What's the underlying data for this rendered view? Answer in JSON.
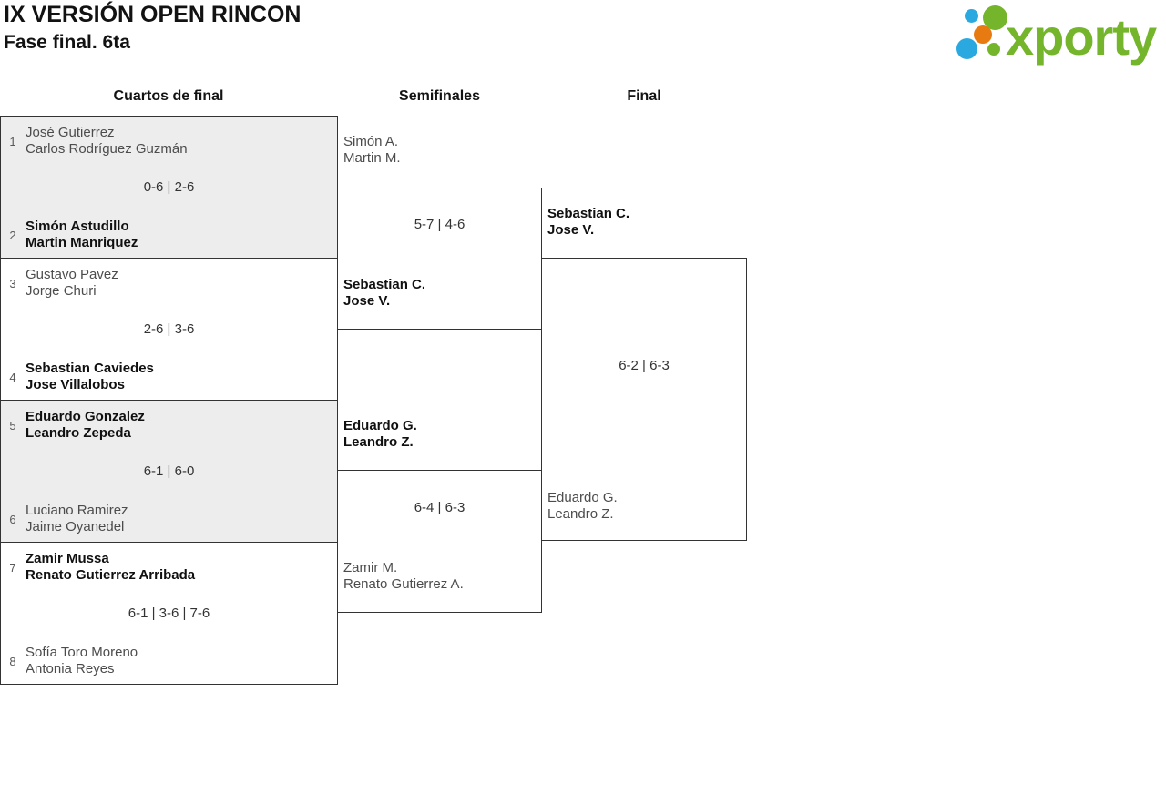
{
  "page": {
    "title_line1": "IX VERSIÓN OPEN RINCON",
    "title_line2": "Fase final. 6ta"
  },
  "logo": {
    "text": "xporty",
    "colors": {
      "green": "#74b52c",
      "blue": "#2aa9e0",
      "orange": "#e87a12"
    }
  },
  "columns": {
    "quarterfinals": "Cuartos de final",
    "semifinals": "Semifinales",
    "final": "Final"
  },
  "bracket": {
    "quarterfinals": [
      {
        "seed_top": "1",
        "team_top_1": "José Gutierrez",
        "team_top_2": "Carlos Rodríguez Guzmán",
        "score": "0-6 | 2-6",
        "seed_bottom": "2",
        "team_bottom_1": "Simón Astudillo",
        "team_bottom_2": "Martin Manriquez",
        "winner": "bottom"
      },
      {
        "seed_top": "3",
        "team_top_1": "Gustavo Pavez",
        "team_top_2": "Jorge Churi",
        "score": "2-6 | 3-6",
        "seed_bottom": "4",
        "team_bottom_1": "Sebastian Caviedes",
        "team_bottom_2": "Jose Villalobos",
        "winner": "bottom"
      },
      {
        "seed_top": "5",
        "team_top_1": "Eduardo Gonzalez",
        "team_top_2": "Leandro Zepeda",
        "score": "6-1 | 6-0",
        "seed_bottom": "6",
        "team_bottom_1": "Luciano Ramirez",
        "team_bottom_2": "Jaime Oyanedel",
        "winner": "top"
      },
      {
        "seed_top": "7",
        "team_top_1": "Zamir Mussa",
        "team_top_2": "Renato Gutierrez Arribada",
        "score": "6-1 | 3-6 | 7-6",
        "seed_bottom": "8",
        "team_bottom_1": "Sofía Toro Moreno",
        "team_bottom_2": "Antonia Reyes",
        "winner": "top"
      }
    ],
    "semifinals": [
      {
        "team_top_1": "Simón A.",
        "team_top_2": "Martin M.",
        "score": "5-7 | 4-6",
        "team_bottom_1": "Sebastian C.",
        "team_bottom_2": "Jose V.",
        "winner": "bottom"
      },
      {
        "team_top_1": "Eduardo G.",
        "team_top_2": "Leandro Z.",
        "score": "6-4 | 6-3",
        "team_bottom_1": "Zamir M.",
        "team_bottom_2": "Renato Gutierrez A.",
        "winner": "top"
      }
    ],
    "final": {
      "team_top_1": "Sebastian C.",
      "team_top_2": "Jose V.",
      "score": "6-2 | 6-3",
      "team_bottom_1": "Eduardo G.",
      "team_bottom_2": "Leandro Z.",
      "winner": "top"
    }
  }
}
